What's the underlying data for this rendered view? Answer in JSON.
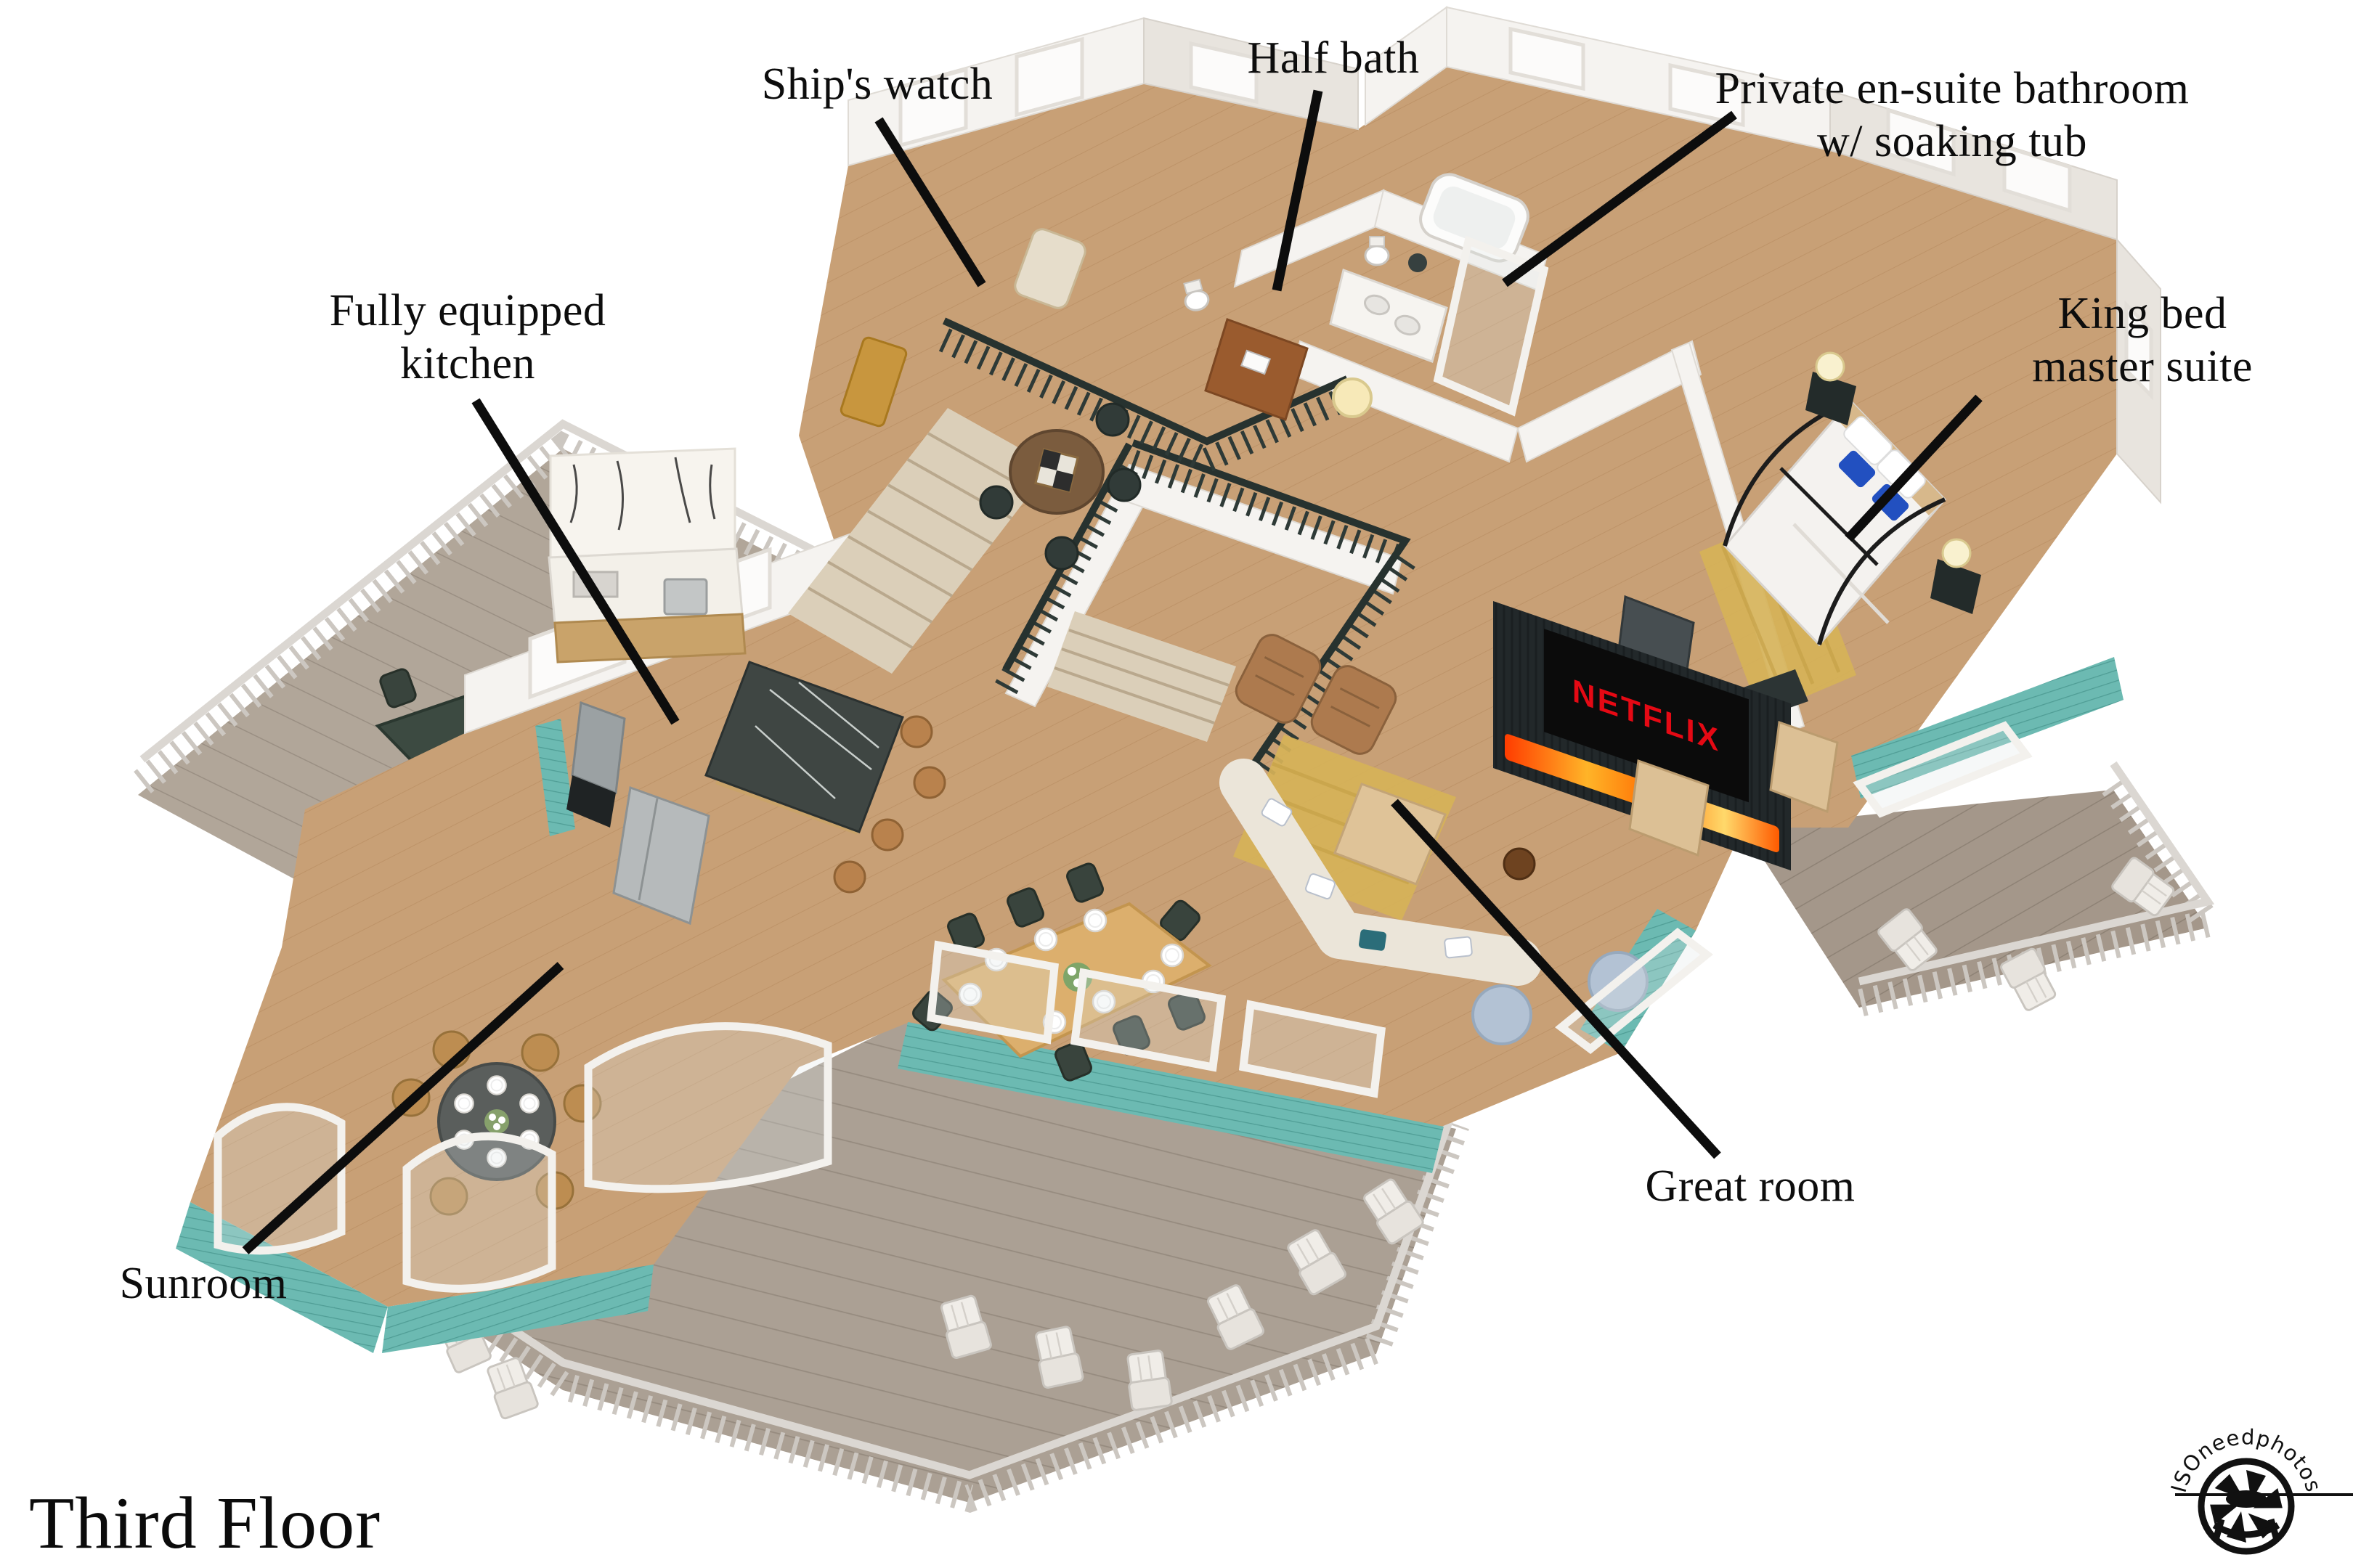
{
  "page": {
    "title": "Third Floor",
    "watermark": "ISOneedphotos"
  },
  "annotations": {
    "ships_watch": {
      "label": "Ship's watch"
    },
    "half_bath": {
      "label": "Half bath"
    },
    "ensuite": {
      "line1": "Private en-suite bathroom",
      "line2": "w/ soaking tub"
    },
    "king_suite": {
      "line1": "King bed",
      "line2": "master suite"
    },
    "kitchen": {
      "line1": "Fully equipped",
      "line2": "kitchen"
    },
    "sunroom": {
      "label": "Sunroom"
    },
    "great_room": {
      "label": "Great room"
    }
  },
  "tv": {
    "brand": "NETFLIX"
  },
  "colors": {
    "teal": "#6cbab2",
    "teal-dark": "#4f9d95",
    "deck": "#b1a699",
    "deck-line": "#9a8f83",
    "floor": "#c8a076",
    "floor-line": "#b4895c",
    "wall": "#f5f3f0",
    "dark-trim": "#2e3a37",
    "netflix-red": "#e50914",
    "label-ink": "#0d0d0d"
  }
}
